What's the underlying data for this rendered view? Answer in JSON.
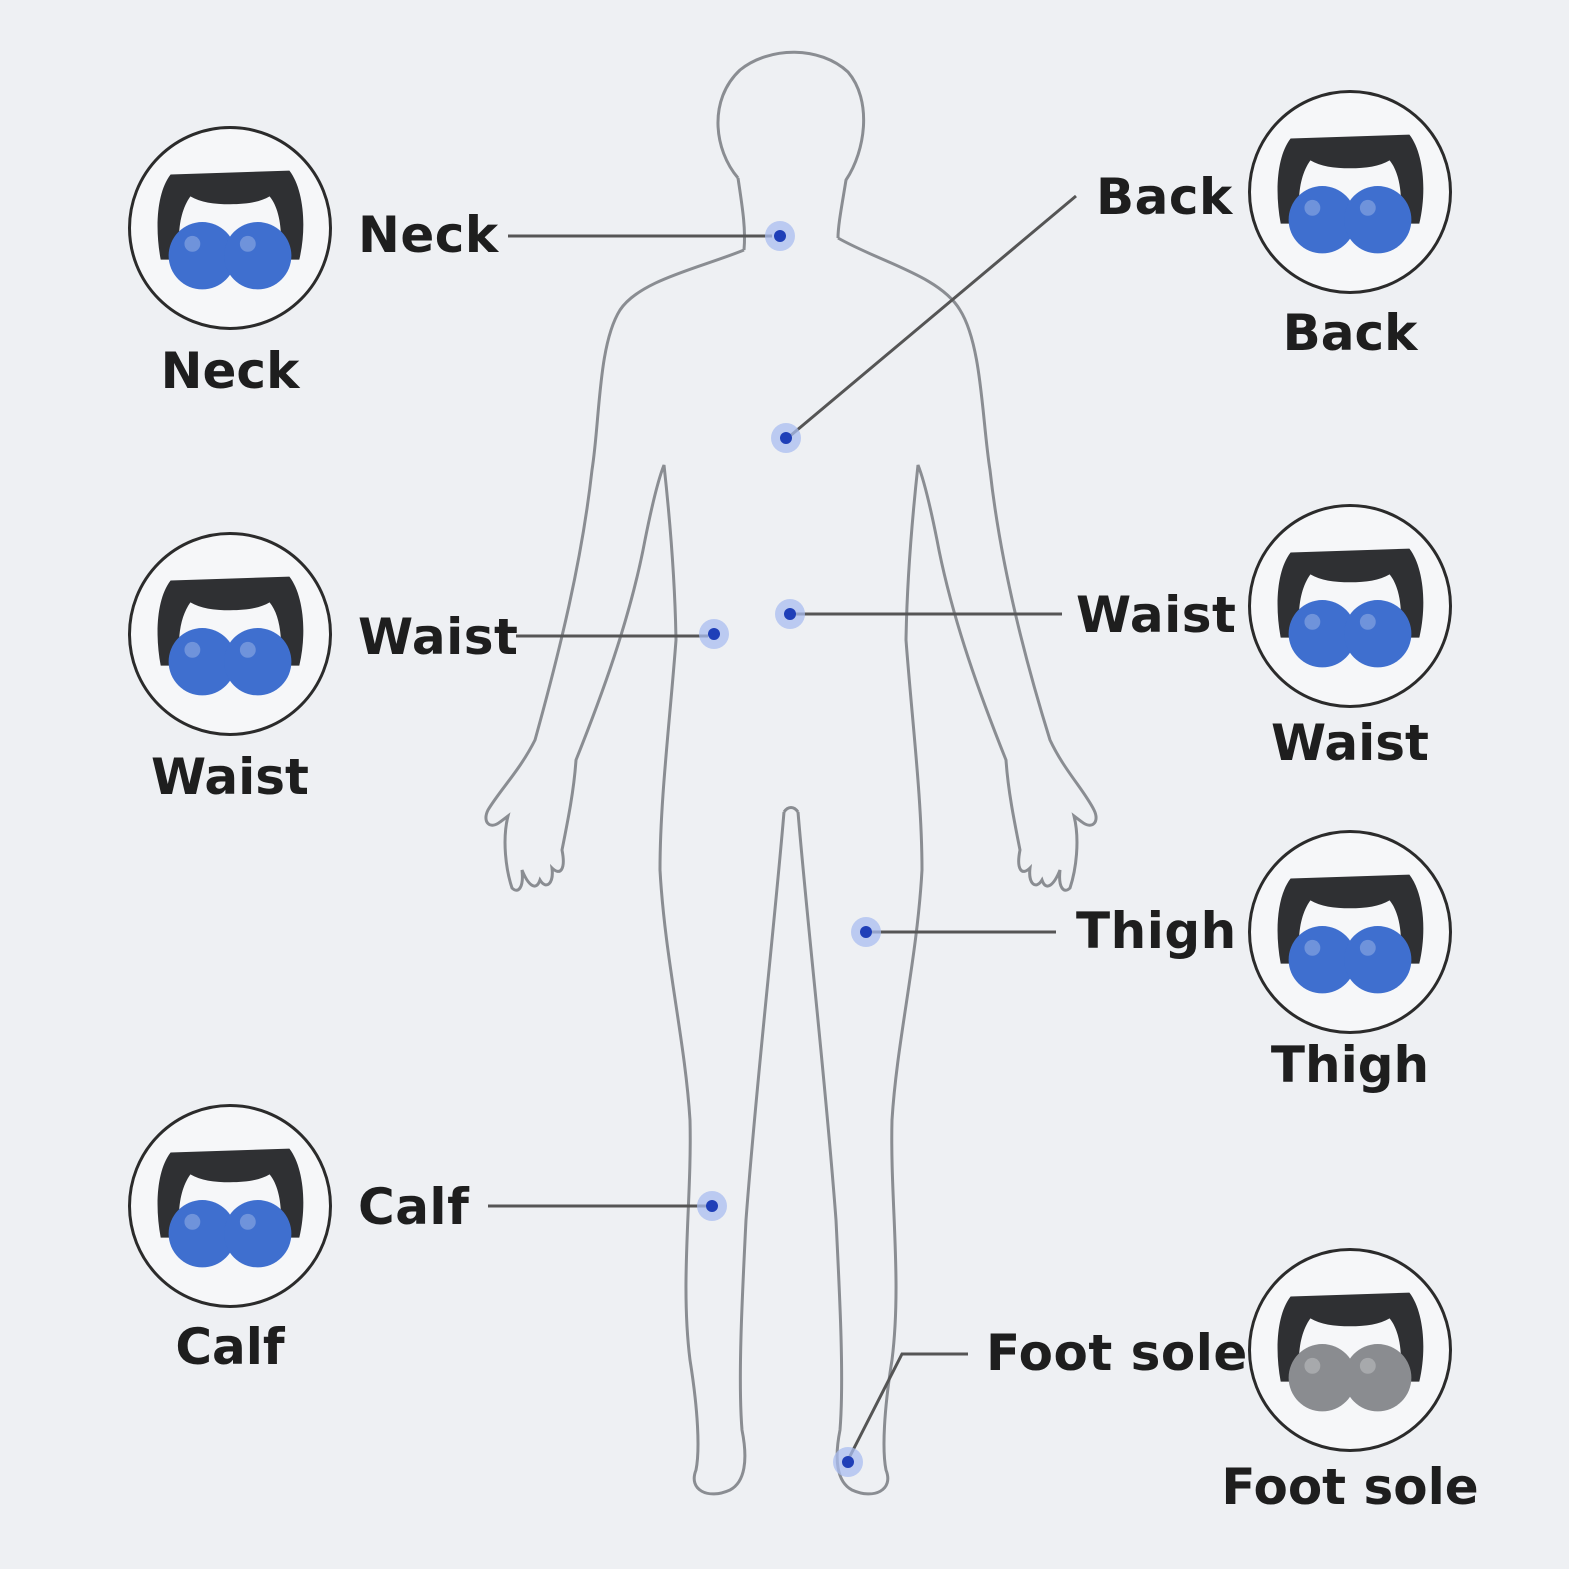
{
  "colors": {
    "background": "#eef0f3",
    "outline": "#8a8d92",
    "leader": "#555555",
    "dot": "#1f3fb8",
    "dot_halo": "#a9bdf0",
    "handle": "#2f3033",
    "ball_blue": "#3f6fcf",
    "ball_gray": "#8a8c90"
  },
  "callouts": [
    {
      "id": "neck",
      "label": "Neck",
      "side": "left",
      "caption": "Neck",
      "ball": "ball-blue-icon"
    },
    {
      "id": "waist-left",
      "label": "Waist",
      "side": "left",
      "caption": "Waist",
      "ball": "ball-blue-icon"
    },
    {
      "id": "calf",
      "label": "Calf",
      "side": "left",
      "caption": "Calf",
      "ball": "ball-blue-icon"
    },
    {
      "id": "back",
      "label": "Back",
      "side": "right",
      "caption": "Back",
      "ball": "ball-blue-icon"
    },
    {
      "id": "waist-right",
      "label": "Waist",
      "side": "right",
      "caption": "Waist",
      "ball": "ball-blue-icon"
    },
    {
      "id": "thigh",
      "label": "Thigh",
      "side": "right",
      "caption": "Thigh",
      "ball": "ball-blue-icon"
    },
    {
      "id": "foot",
      "label": "Foot sole",
      "side": "right",
      "caption": "Foot sole",
      "ball": "ball-gray-icon"
    }
  ]
}
